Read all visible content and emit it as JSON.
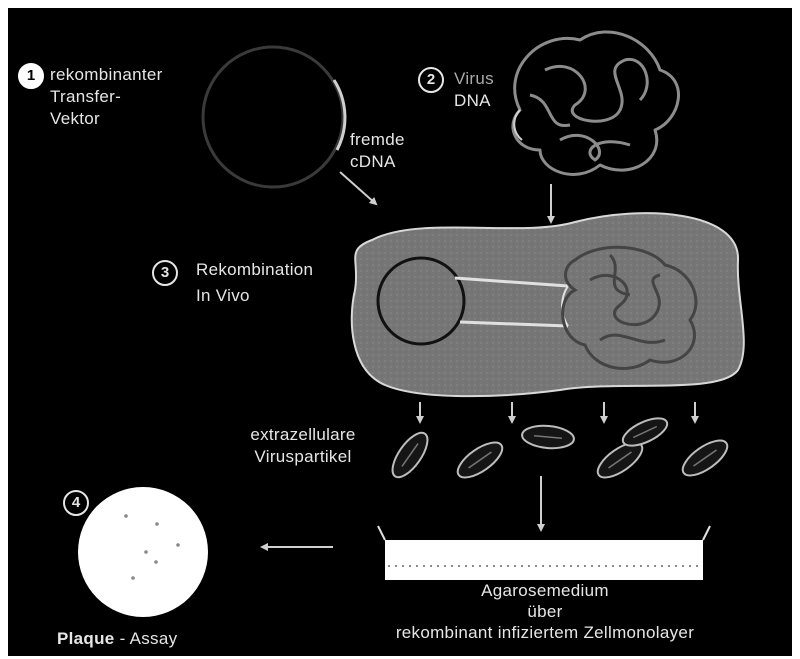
{
  "steps": [
    {
      "number": "1",
      "lines": [
        "rekombinanter",
        "Transfer-",
        "Vektor"
      ]
    },
    {
      "number": "2",
      "lines": [
        "Virus",
        "DNA"
      ]
    },
    {
      "number": "3",
      "lines": [
        "Rekombination",
        "In Vivo"
      ]
    },
    {
      "number": "4",
      "lines": []
    }
  ],
  "labels": {
    "foreign_cdna": [
      "fremde",
      "cDNA"
    ],
    "particles": [
      "extrazellulare",
      "Viruspartikel"
    ],
    "agarose": [
      "Agarosemedium",
      "über",
      "rekombinant infiziertem Zellmonolayer"
    ],
    "plaque_bold": "Plaque",
    "plaque_rest": " - Assay"
  },
  "colors": {
    "background": "#000000",
    "foreground": "#e6e6e6",
    "cell_fill": "#777777",
    "cell_outline": "#d8d8d8",
    "plaque_dish": "#ffffff"
  }
}
